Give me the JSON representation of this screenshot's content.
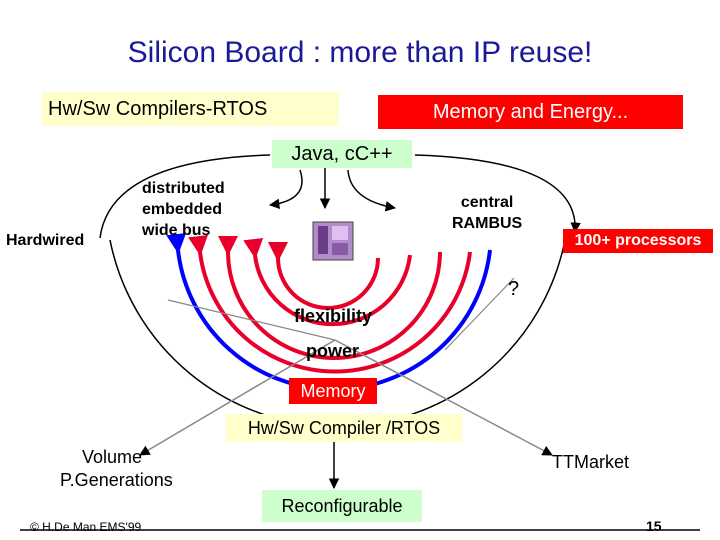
{
  "title": "Silicon Board : more than IP reuse!",
  "boxes": {
    "compilers": "Hw/Sw Compilers-RTOS",
    "memory_energy": "Memory and Energy...",
    "java": "Java, cC++",
    "memory": "Memory",
    "hwsw_compiler": "Hw/Sw Compiler /RTOS",
    "reconfigurable": "Reconfigurable"
  },
  "labels": {
    "hardwired": "Hardwired",
    "distributed_line1": "distributed",
    "distributed_line2": "embedded",
    "distributed_line3": "wide bus",
    "central_line1": "central",
    "central_line2": "RAMBUS",
    "processors": "100+ processors",
    "question": "?",
    "flexibility": "flexibility",
    "power": "power",
    "volume_line1": "Volume",
    "volume_line2": "P.Generations",
    "ttmarket": "TTMarket"
  },
  "footer": {
    "credit": "© H.De Man EMS'99",
    "page": "15"
  },
  "colors": {
    "title": "#1a1a99",
    "red": "#ff0000",
    "yellow_box": "#ffffcc",
    "green_box": "#ccffcc",
    "blue_arc": "#0000ff",
    "red_arc": "#e8002a"
  }
}
